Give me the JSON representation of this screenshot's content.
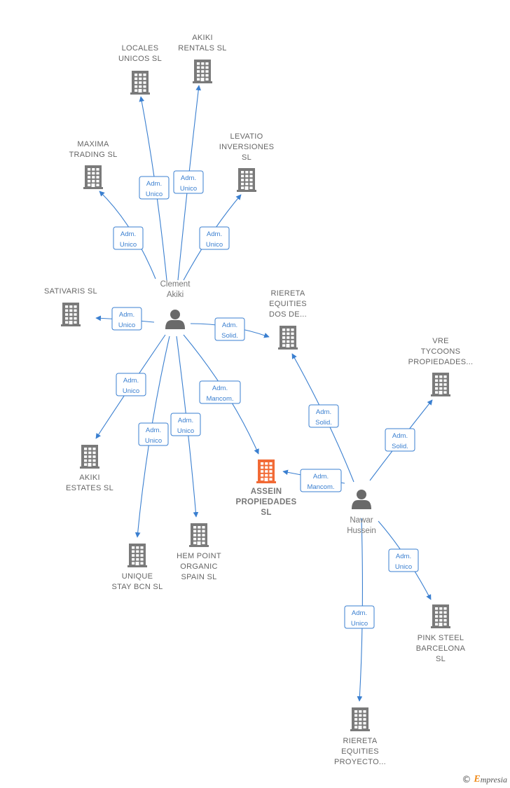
{
  "colors": {
    "edge": "#3a7fd0",
    "company": "#7a7a7a",
    "company_main": "#f26a35",
    "person": "#6a6a6a"
  },
  "nodes": [
    {
      "id": "locales",
      "type": "company",
      "label": [
        "LOCALES",
        "UNICOS  SL"
      ]
    },
    {
      "id": "akiki_rentals",
      "type": "company",
      "label": [
        "AKIKI",
        "RENTALS  SL"
      ]
    },
    {
      "id": "maxima",
      "type": "company",
      "label": [
        "MAXIMA",
        "TRADING  SL"
      ]
    },
    {
      "id": "levatio",
      "type": "company",
      "label": [
        "LEVATIO",
        "INVERSIONES",
        "SL"
      ]
    },
    {
      "id": "sativaris",
      "type": "company",
      "label": [
        "SATIVARIS  SL"
      ]
    },
    {
      "id": "riereta_dos",
      "type": "company",
      "label": [
        "RIERETA",
        "EQUITIES",
        "DOS DE..."
      ]
    },
    {
      "id": "vre",
      "type": "company",
      "label": [
        "VRE",
        "TYCOONS",
        "PROPIEDADES..."
      ]
    },
    {
      "id": "akiki_estates",
      "type": "company",
      "label": [
        "AKIKI",
        "ESTATES  SL"
      ]
    },
    {
      "id": "assein",
      "type": "company_main",
      "label": [
        "ASSEIN",
        "PROPIEDADES",
        "SL"
      ]
    },
    {
      "id": "unique",
      "type": "company",
      "label": [
        "UNIQUE",
        "STAY BCN  SL"
      ]
    },
    {
      "id": "hem",
      "type": "company",
      "label": [
        "HEM POINT",
        "ORGANIC",
        "SPAIN  SL"
      ]
    },
    {
      "id": "pink",
      "type": "company",
      "label": [
        "PINK STEEL",
        "BARCELONA",
        "SL"
      ]
    },
    {
      "id": "riereta_proy",
      "type": "company",
      "label": [
        "RIERETA",
        "EQUITIES",
        "PROYECTO..."
      ]
    },
    {
      "id": "clement",
      "type": "person",
      "label": [
        "Clement",
        "Akiki"
      ]
    },
    {
      "id": "nawar",
      "type": "person",
      "label": [
        "Nawar",
        "Hussein"
      ]
    }
  ],
  "edges": [
    {
      "from": "clement",
      "to": "locales",
      "label": [
        "Adm.",
        "Unico"
      ]
    },
    {
      "from": "clement",
      "to": "akiki_rentals",
      "label": [
        "Adm.",
        "Unico"
      ]
    },
    {
      "from": "clement",
      "to": "maxima",
      "label": [
        "Adm.",
        "Unico"
      ]
    },
    {
      "from": "clement",
      "to": "levatio",
      "label": [
        "Adm.",
        "Unico"
      ]
    },
    {
      "from": "clement",
      "to": "sativaris",
      "label": [
        "Adm.",
        "Unico"
      ]
    },
    {
      "from": "clement",
      "to": "riereta_dos",
      "label": [
        "Adm.",
        "Solid."
      ]
    },
    {
      "from": "clement",
      "to": "akiki_estates",
      "label": [
        "Adm.",
        "Unico"
      ]
    },
    {
      "from": "clement",
      "to": "unique",
      "label": [
        "Adm.",
        "Unico"
      ]
    },
    {
      "from": "clement",
      "to": "hem",
      "label": [
        "Adm.",
        "Unico"
      ]
    },
    {
      "from": "clement",
      "to": "assein",
      "label": [
        "Adm.",
        "Mancom."
      ]
    },
    {
      "from": "nawar",
      "to": "riereta_dos",
      "label": [
        "Adm.",
        "Solid."
      ]
    },
    {
      "from": "nawar",
      "to": "vre",
      "label": [
        "Adm.",
        "Solid."
      ]
    },
    {
      "from": "nawar",
      "to": "assein",
      "label": [
        "Adm.",
        "Mancom."
      ]
    },
    {
      "from": "nawar",
      "to": "pink",
      "label": [
        "Adm.",
        "Unico"
      ]
    },
    {
      "from": "nawar",
      "to": "riereta_proy",
      "label": [
        "Adm.",
        "Unico"
      ]
    }
  ],
  "footer": {
    "copyright": "©",
    "brand_initial": "E",
    "brand_rest": "mpresia"
  }
}
